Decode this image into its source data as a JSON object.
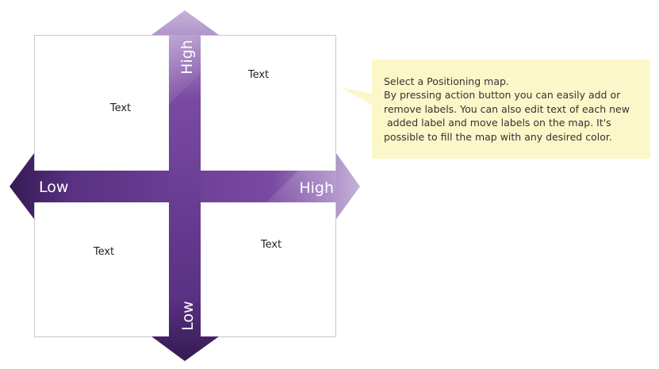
{
  "quadrants": {
    "top_left": "Text",
    "top_right": "Text",
    "bottom_left": "Text",
    "bottom_right": "Text"
  },
  "axes": {
    "vertical_top": "High",
    "vertical_bottom": "Low",
    "horizontal_left": "Low",
    "horizontal_right": "High"
  },
  "callout": {
    "text": "Select a Positioning map.\nBy pressing action button you can easily add or\nremove labels. You can also edit text of each new\n added label and move labels on the map. It's\npossible to fill the map with any desired color."
  },
  "colors": {
    "arrow_dark": "#3d1d5c",
    "arrow_mid": "#7a4aa3",
    "arrow_light": "#c3aed8",
    "callout_fill": "#fbf7c8",
    "frame_border": "#c8c8c8"
  }
}
